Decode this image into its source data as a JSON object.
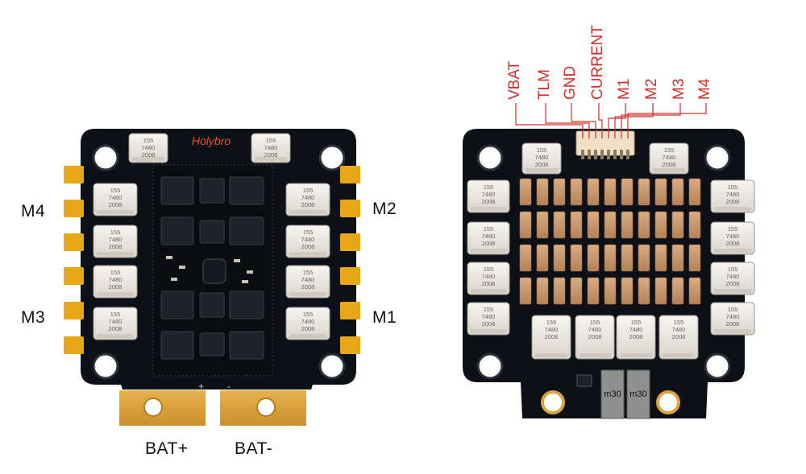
{
  "left_board": {
    "brand": "Holybro",
    "cap_marking": [
      "155",
      "7480",
      "2008"
    ],
    "pad_labels": {
      "m4": "M4",
      "m3": "M3",
      "m2": "M2",
      "m1": "M1"
    },
    "battery_labels": {
      "positive": "BAT+",
      "negative": "BAT-"
    },
    "silk_plus": "+",
    "silk_minus": "-"
  },
  "right_board": {
    "connector_pins": [
      "VBAT",
      "TLM",
      "GND",
      "CURRENT",
      "M1",
      "M2",
      "M3",
      "M4"
    ],
    "shunt_marking": [
      "m30",
      "m30"
    ],
    "cap_marking": [
      "155",
      "7480",
      "2008"
    ]
  },
  "colors": {
    "pcb": "#0d1117",
    "pad": "#e6a817",
    "gold_plate": "#dba441",
    "cap_body": "#e9e6e0",
    "pin_label": "#d0312d",
    "heatsink": "#c99a72",
    "chip": "#1f2329"
  }
}
